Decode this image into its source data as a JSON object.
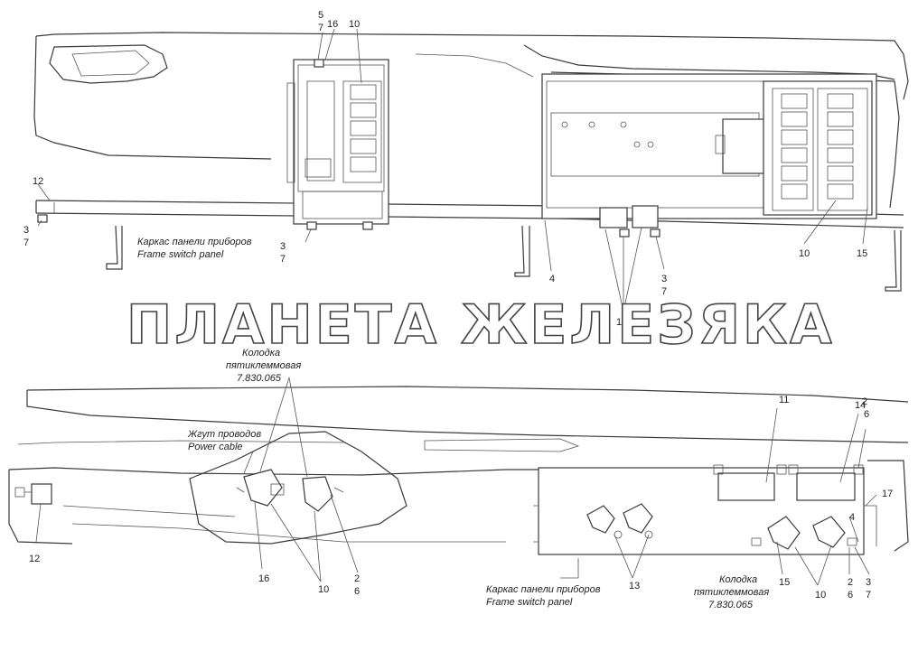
{
  "watermark": "ПЛАНЕТА ЖЕЛЕЗЯКА",
  "top_view": {
    "callouts": {
      "c5": "5",
      "c7a": "7",
      "c16": "16",
      "c10a": "10",
      "c12": "12",
      "c3a": "3",
      "c7b": "7",
      "c3b": "3",
      "c7c": "7",
      "c4": "4",
      "c3c": "3",
      "c7d": "7",
      "c13": "13",
      "c10b": "10",
      "c15": "15"
    },
    "caption_ru": "Каркас панели приборов",
    "caption_en": "Frame switch panel"
  },
  "bottom_view": {
    "connector_ru_1": "Колодка",
    "connector_ru_2": "пятиклеммовая",
    "connector_code": "7.830.065",
    "harness_ru": "Жгут проводов",
    "harness_en": "Power cable",
    "caption_ru": "Каркас панели приборов",
    "caption_en": "Frame switch panel",
    "connector2_ru_1": "Колодка",
    "connector2_ru_2": "пятиклеммовая",
    "connector2_code": "7.830.065",
    "callouts": {
      "c11": "11",
      "c14": "14",
      "c2a": "2",
      "c6a": "6",
      "c17": "17",
      "c4": "4",
      "c12": "12",
      "c16": "16",
      "c10a": "10",
      "c2b": "2",
      "c6b": "6",
      "c13": "13",
      "c15": "15",
      "c10b": "10",
      "c2c": "2",
      "c6c": "6",
      "c3": "3",
      "c7": "7"
    }
  }
}
